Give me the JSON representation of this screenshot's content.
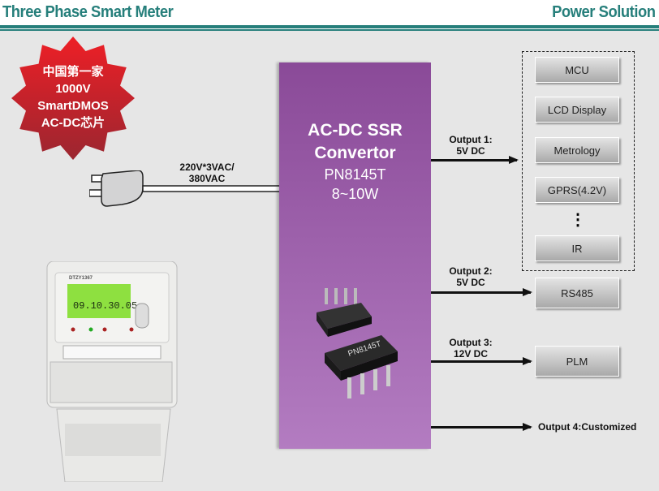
{
  "header": {
    "title": "Three Phase Smart Meter",
    "subtitle": "Power Solution"
  },
  "badge": {
    "lines": [
      "中国第一家",
      "1000V",
      "SmartDMOS",
      "AC-DC芯片"
    ],
    "color": "#d4222c"
  },
  "input": {
    "line1": "220V*3VAC/",
    "line2": "380VAC"
  },
  "converter": {
    "title1": "AC-DC SSR",
    "title2": "Convertor",
    "part": "PN8145T",
    "power": "8~10W",
    "color": "#9a5aa8",
    "chip_marking": "PN8145T"
  },
  "meter": {
    "model": "DTZY1367",
    "lcd_reading": "09.10.30.05"
  },
  "outputs": [
    {
      "label": "Output 1:",
      "voltage": "5V DC"
    },
    {
      "label": "Output 2:",
      "voltage": "5V DC"
    },
    {
      "label": "Output 3:",
      "voltage": "12V DC"
    },
    {
      "label": "Output 4:Customized"
    }
  ],
  "loads": {
    "group1": [
      "MCU",
      "LCD Display",
      "Metrology",
      "GPRS(4.2V)",
      "IR"
    ],
    "ellipsis": "⋮",
    "rs485": "RS485",
    "plm": "PLM"
  },
  "colors": {
    "accent": "#267f7b",
    "background": "#e6e6e6"
  }
}
